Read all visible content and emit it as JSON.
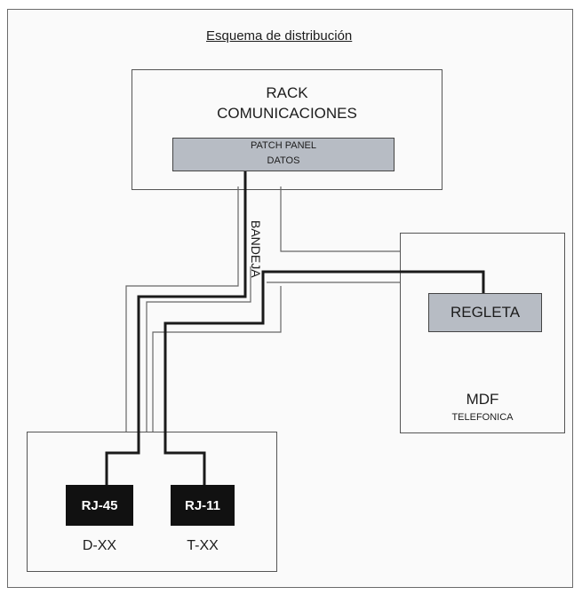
{
  "title": "Esquema de distribución",
  "rack": {
    "line1": "RACK",
    "line2": "COMUNICACIONES"
  },
  "patch_panel": {
    "line1": "PATCH PANEL",
    "line2": "DATOS"
  },
  "bandeja_label": "BANDEJA",
  "mdf": {
    "label": "MDF",
    "sublabel": "TELEFONICA",
    "regleta": "REGLETA"
  },
  "outlets": [
    {
      "jack": "RJ-45",
      "code": "D-XX"
    },
    {
      "jack": "RJ-11",
      "code": "T-XX"
    }
  ],
  "colors": {
    "box_border": "#555555",
    "panel_fill": "#b7bcc4",
    "jack_fill": "#111111",
    "wire": "#1a1a1a"
  }
}
